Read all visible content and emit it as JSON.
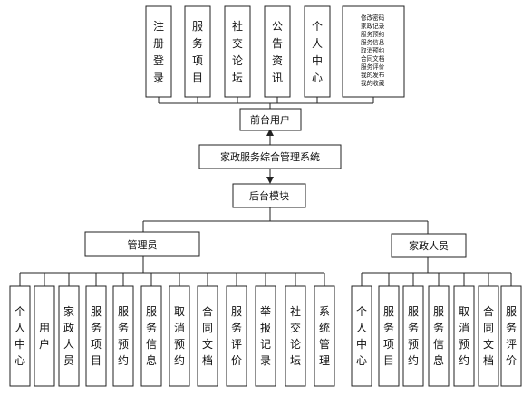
{
  "top_modules": [
    "注册登录",
    "服务项目",
    "社交论坛",
    "公告资讯",
    "个人中心"
  ],
  "top_extra_lines": [
    "修改密码",
    "家政记录",
    "服务预约",
    "服务信息",
    "取消预约",
    "合同文档",
    "服务评价",
    "我的发布",
    "我的收藏"
  ],
  "front_user": "前台用户",
  "system": "家政服务综合管理系统",
  "backend": "后台模块",
  "admin": "管理员",
  "housekeeper": "家政人员",
  "admin_modules": [
    "个人中心",
    "用户",
    "家政人员",
    "服务项目",
    "服务预约",
    "服务信息",
    "取消预约",
    "合同文档",
    "服务评价",
    "举报记录",
    "社交论坛",
    "系统管理"
  ],
  "housekeeper_modules": [
    "个人中心",
    "服务项目",
    "服务预约",
    "服务信息",
    "取消预约",
    "合同文档",
    "服务评价"
  ]
}
